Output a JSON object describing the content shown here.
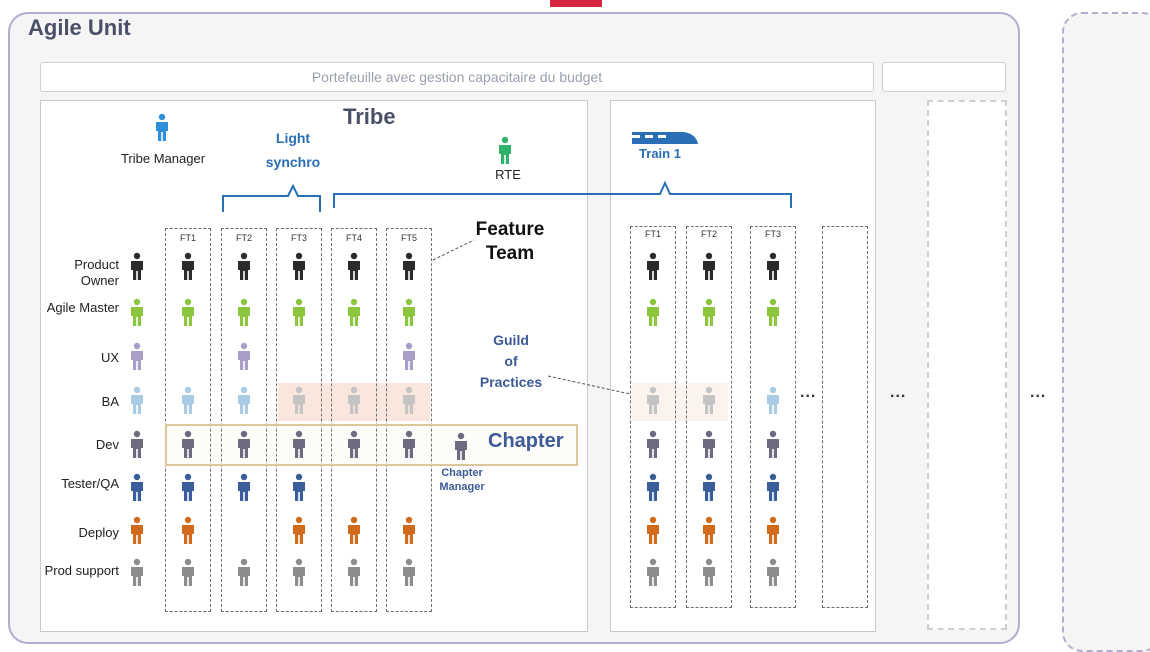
{
  "agile_unit": {
    "title": "Agile Unit"
  },
  "portfolio": {
    "label": "Portefeuille avec gestion capacitaire du budget"
  },
  "tribe": {
    "title": "Tribe",
    "manager_label": "Tribe Manager",
    "light_synchro": [
      "Light",
      "synchro"
    ],
    "rte_label": "RTE",
    "feature_team": [
      "Feature",
      "Team"
    ],
    "guild": [
      "Guild",
      "of",
      "Practices"
    ],
    "chapter_label": "Chapter",
    "chapter_manager": [
      "Chapter",
      "Manager"
    ],
    "roles": [
      "Product Owner",
      "Agile Master",
      "UX",
      "BA",
      "Dev",
      "Tester/QA",
      "Deploy",
      "Prod support"
    ],
    "feature_teams": [
      {
        "label": "FT1",
        "members": [
          1,
          1,
          0,
          1,
          1,
          1,
          1,
          1
        ]
      },
      {
        "label": "FT2",
        "members": [
          1,
          1,
          1,
          1,
          1,
          1,
          0,
          1
        ]
      },
      {
        "label": "FT3",
        "members": [
          1,
          1,
          0,
          1,
          1,
          1,
          1,
          1
        ]
      },
      {
        "label": "FT4",
        "members": [
          1,
          1,
          0,
          1,
          1,
          0,
          1,
          1
        ]
      },
      {
        "label": "FT5",
        "members": [
          1,
          1,
          1,
          1,
          1,
          0,
          1,
          1
        ]
      }
    ]
  },
  "train": {
    "label": "Train 1",
    "feature_teams": [
      {
        "label": "FT1",
        "members": [
          1,
          1,
          0,
          1,
          1,
          1,
          1,
          1
        ]
      },
      {
        "label": "FT2",
        "members": [
          1,
          1,
          0,
          1,
          1,
          1,
          1,
          1
        ]
      },
      {
        "label": "FT3",
        "members": [
          1,
          1,
          0,
          1,
          1,
          1,
          1,
          1
        ]
      }
    ]
  },
  "ellipsis": "...",
  "colors": {
    "product_owner": "#2b2b2b",
    "agile_master": "#8cc63f",
    "ux": "#a89ec8",
    "ba": "#a9cbe3",
    "ba_muted": "#c4c4c4",
    "dev": "#6e6a80",
    "tester": "#3a5e9c",
    "deploy": "#d26a1c",
    "prod_support": "#8c8c8c",
    "tribe_manager": "#2f8fd8",
    "rte": "#2fb36a",
    "bracket": "#2a6fb5",
    "chapter_border": "#dcc79a"
  }
}
